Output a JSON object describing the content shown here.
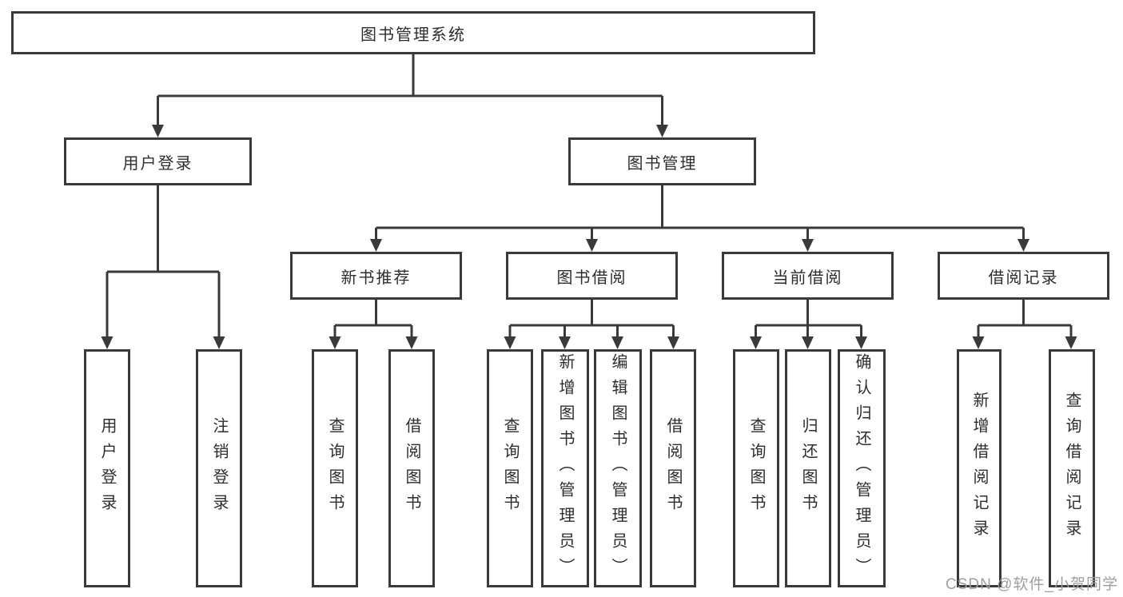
{
  "diagram": {
    "root": {
      "label": "图书管理系统"
    },
    "level2": [
      {
        "label": "用户登录"
      },
      {
        "label": "图书管理"
      }
    ],
    "level3": [
      {
        "label": "新书推荐"
      },
      {
        "label": "图书借阅"
      },
      {
        "label": "当前借阅"
      },
      {
        "label": "借阅记录"
      }
    ],
    "leaves": {
      "user_login": {
        "label": "用户登录"
      },
      "logout": {
        "label": "注销登录"
      },
      "rec_query_books": {
        "label": "查询图书"
      },
      "rec_borrow_books": {
        "label": "借阅图书"
      },
      "borrow_query_books": {
        "label": "查询图书"
      },
      "borrow_add_books": {
        "label": "新增图书（管理员）"
      },
      "borrow_edit_books": {
        "label": "编辑图书（管理员）"
      },
      "borrow_borrow_books": {
        "label": "借阅图书"
      },
      "current_query_books": {
        "label": "查询图书"
      },
      "current_return_books": {
        "label": "归还图书"
      },
      "current_confirm_return": {
        "label": "确认归还（管理员）"
      },
      "records_add_record": {
        "label": "新增借阅记录"
      },
      "records_query_record": {
        "label": "查询借阅记录"
      }
    },
    "watermark": "CSDN @软件_小贺同学",
    "colors": {
      "line": "#3a3a3a",
      "text": "#2d2d2d",
      "watermark": "#9e9e9e",
      "background": "#ffffff"
    }
  }
}
